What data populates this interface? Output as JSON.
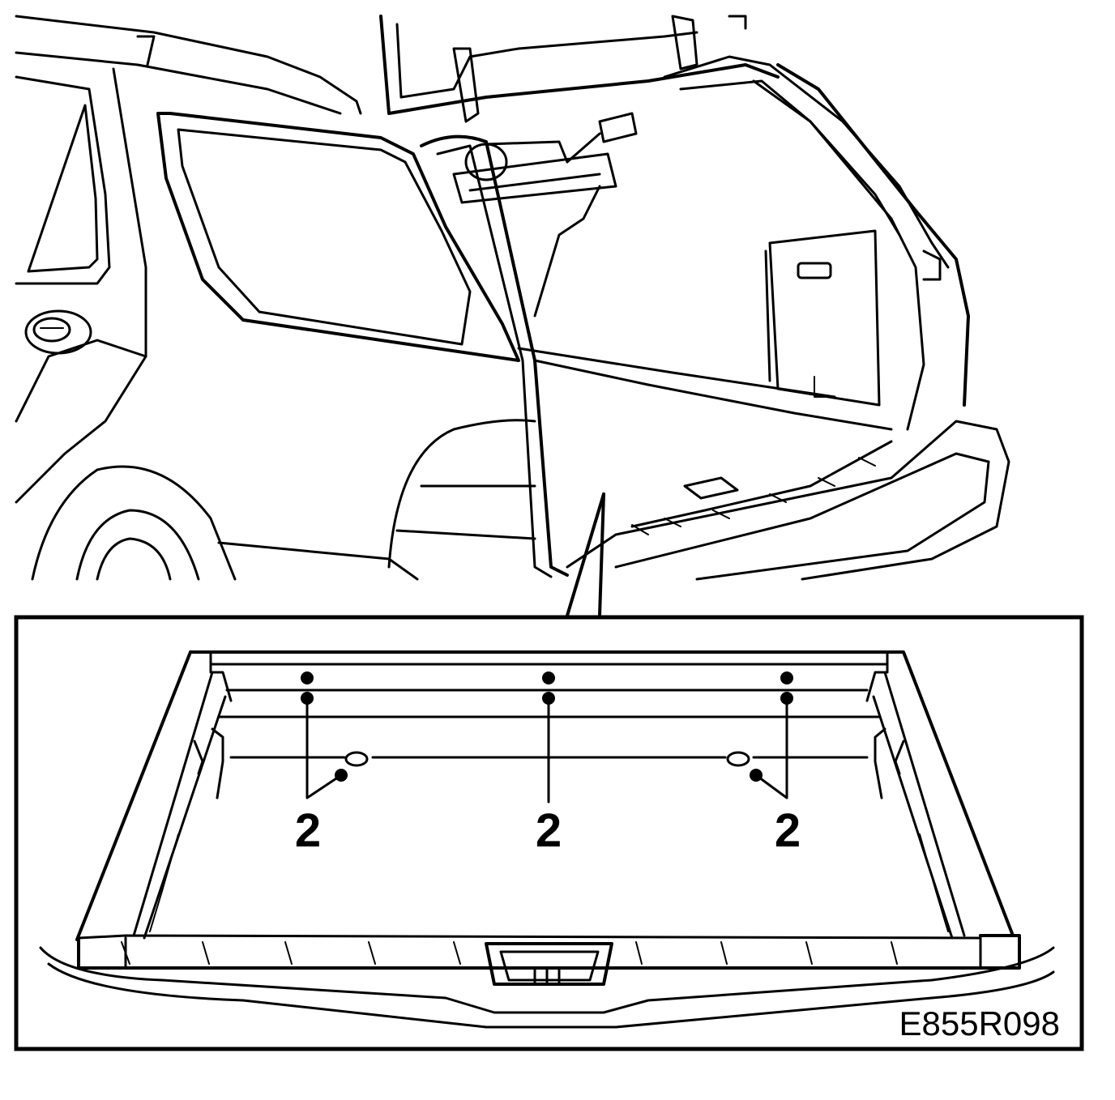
{
  "figure": {
    "reference_code": "E855R098",
    "callouts": [
      {
        "id": "left",
        "label": "2"
      },
      {
        "id": "center",
        "label": "2"
      },
      {
        "id": "right",
        "label": "2"
      }
    ]
  }
}
